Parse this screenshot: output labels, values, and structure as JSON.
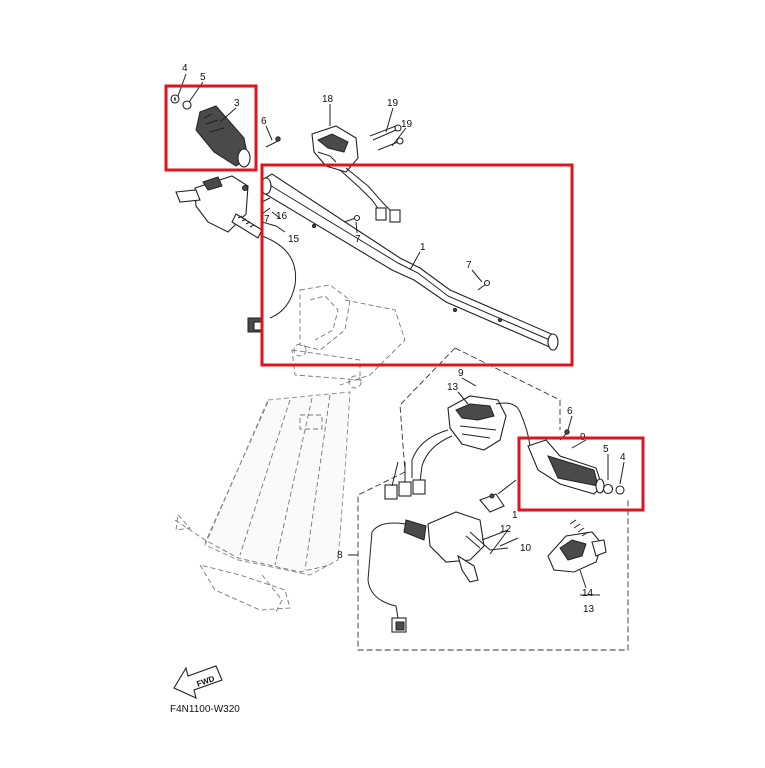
{
  "diagram_code": "F4N1100-W320",
  "fwd_label": "FWD",
  "callouts": {
    "c1": "1",
    "c1b": "1",
    "c3": "3",
    "c4a": "4",
    "c4b": "4",
    "c5a": "5",
    "c5b": "5",
    "c6a": "6",
    "c6b": "6",
    "c7a": "7",
    "c7b": "7",
    "c7c": "7",
    "c8": "8",
    "c9a": "9",
    "c9b": "9",
    "c10": "10",
    "c12": "12",
    "c13a": "13",
    "c13b": "13",
    "c14": "14",
    "c15": "15",
    "c16": "16",
    "c18": "18",
    "c19a": "19",
    "c19b": "19"
  },
  "highlight_color": "#e0141e"
}
